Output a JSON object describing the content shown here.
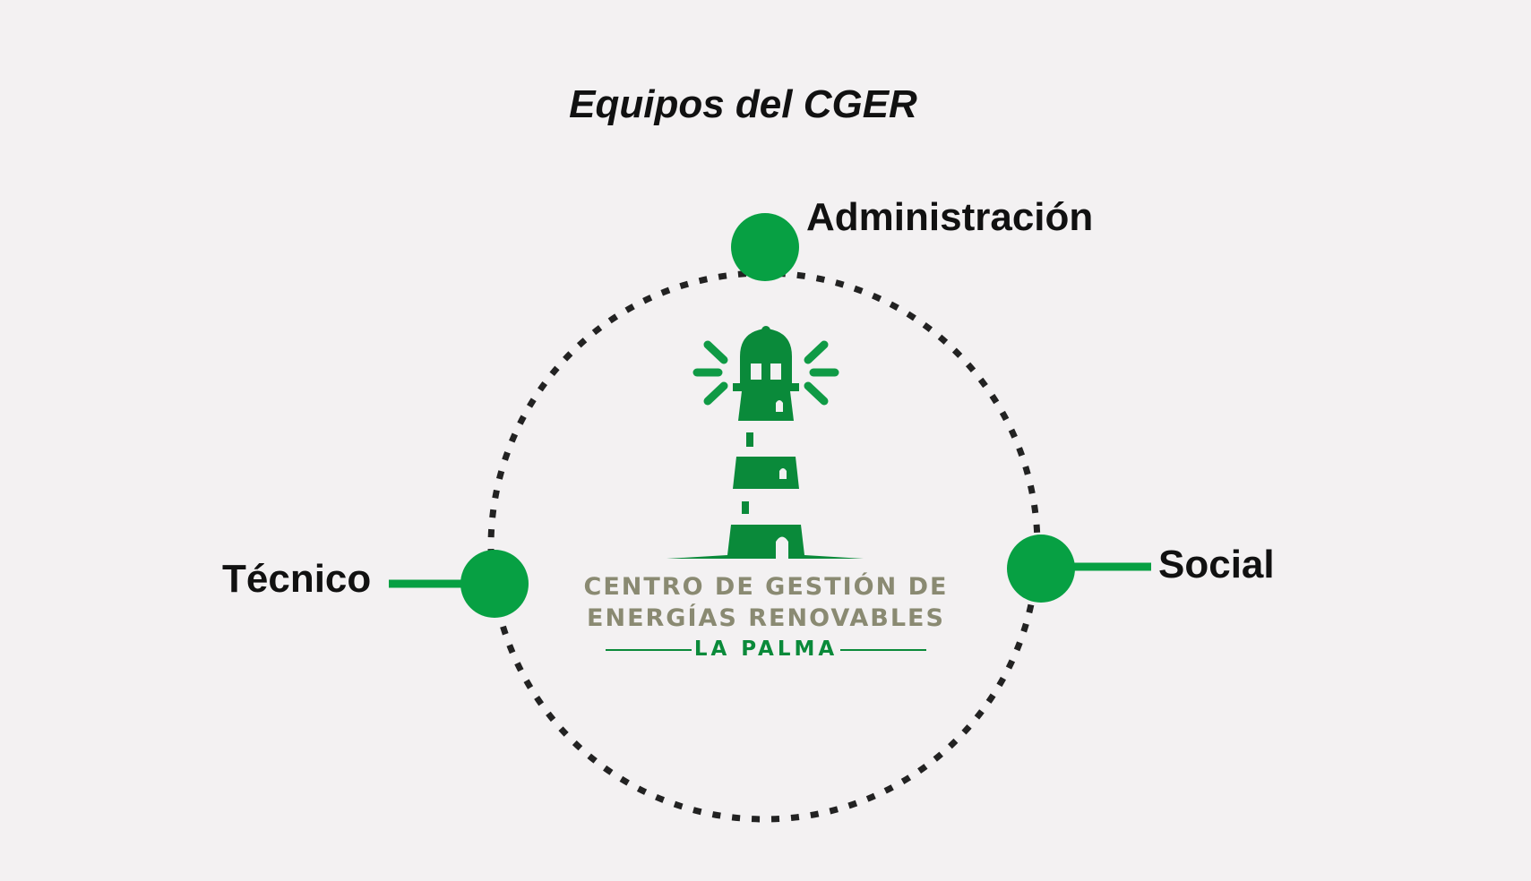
{
  "title": "Equipos del CGER",
  "nodes": {
    "admin": "Administración",
    "tecnico": "Técnico",
    "social": "Social"
  },
  "logo": {
    "line1": "CENTRO DE GESTIÓN DE",
    "line2": "ENERGÍAS RENOVABLES",
    "line3": "LA PALMA"
  },
  "colors": {
    "node_green": "#07a043",
    "logo_green": "#0a8a3a",
    "logo_text_gray": "#8a8a72",
    "ring": "#222222",
    "background": "#f3f1f2"
  },
  "icons": [
    "lighthouse-icon"
  ]
}
